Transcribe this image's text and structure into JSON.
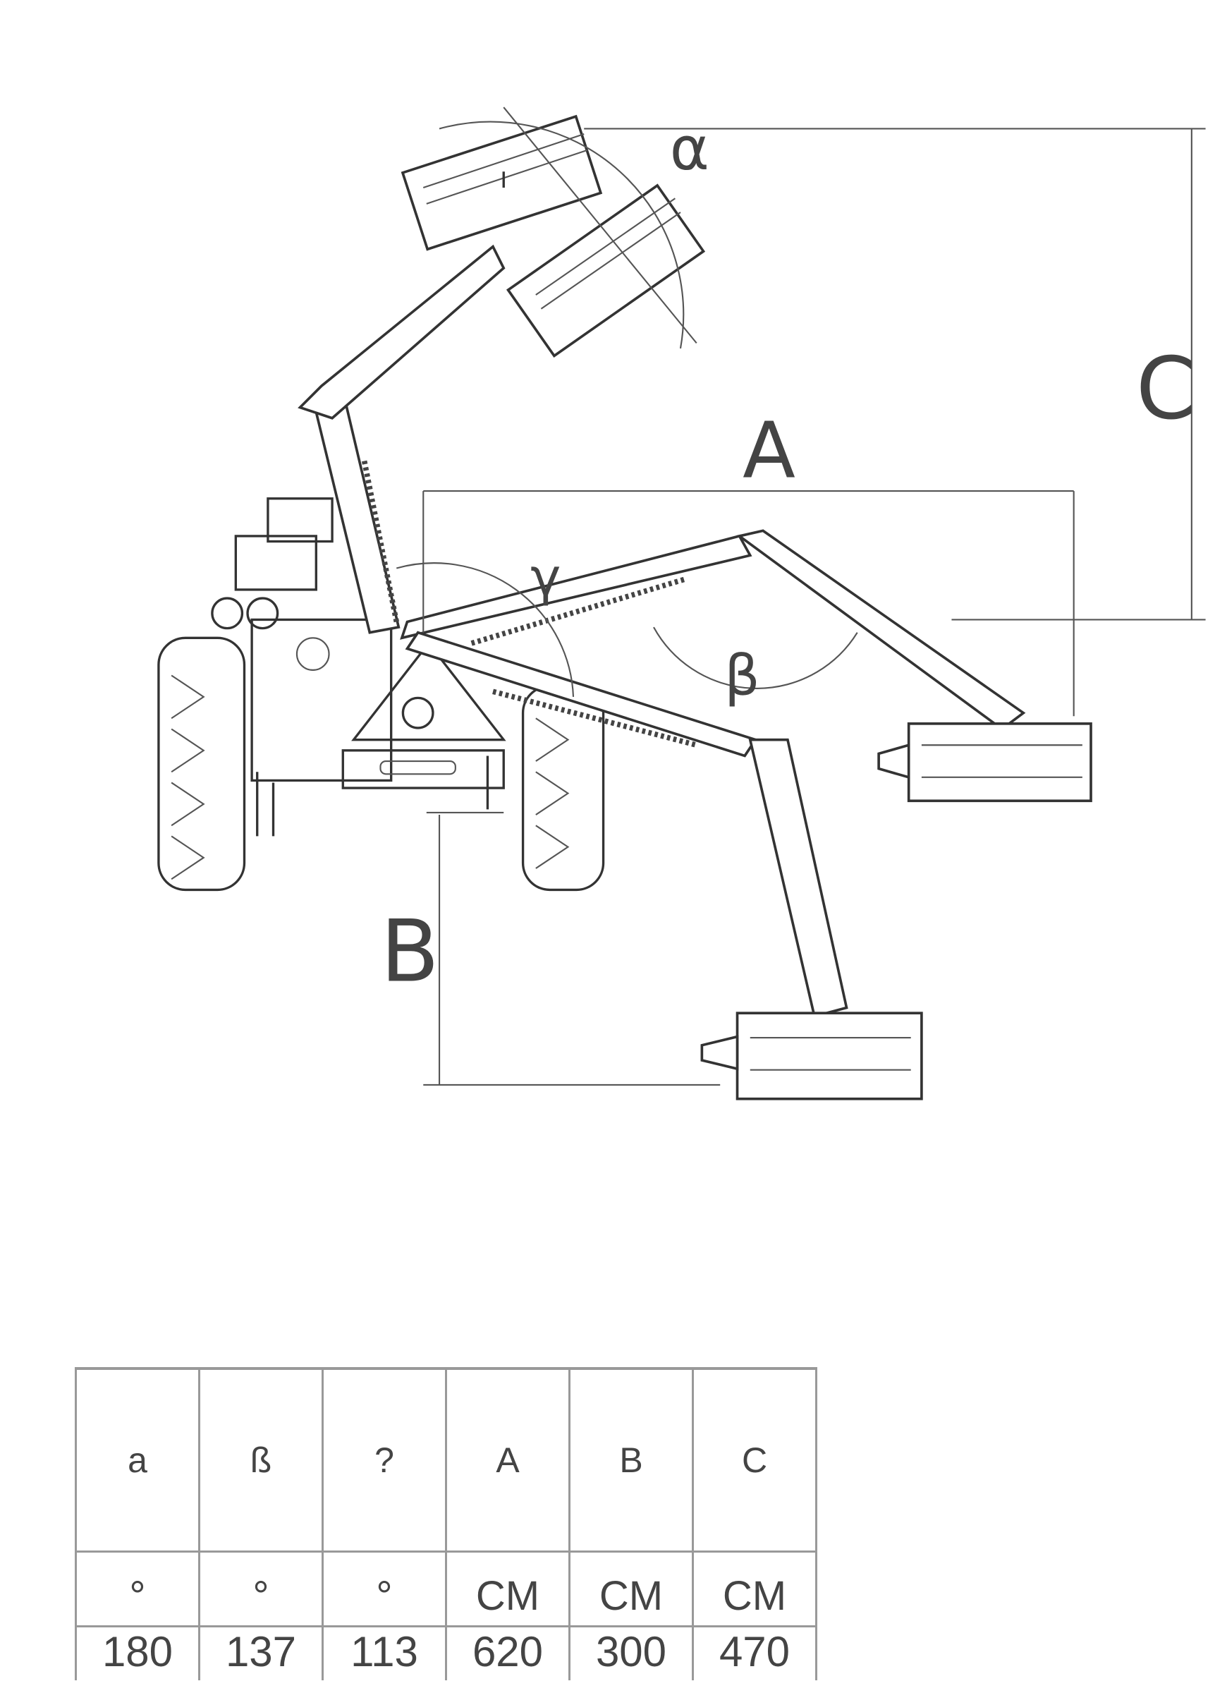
{
  "diagram": {
    "labels": {
      "alpha": "α",
      "beta": "β",
      "gamma": "γ",
      "A": "A",
      "B": "B",
      "C": "C"
    }
  },
  "table": {
    "headers": [
      "a",
      "ß",
      "?",
      "A",
      "B",
      "C"
    ],
    "units": [
      "°",
      "°",
      "°",
      "CM",
      "CM",
      "CM"
    ],
    "values": [
      "180",
      "137",
      "113",
      "620",
      "300",
      "470"
    ]
  }
}
